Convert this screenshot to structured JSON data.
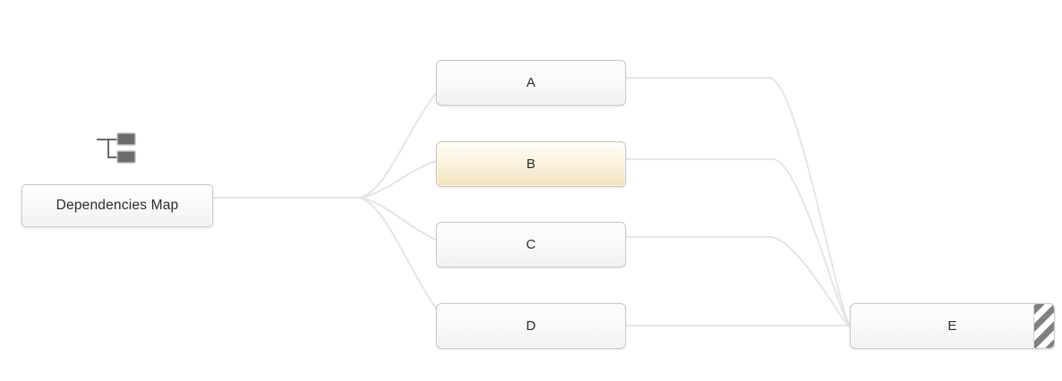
{
  "diagram": {
    "type": "dependency-map",
    "background_color": "#ffffff",
    "edge_color": "#e5e5e5",
    "root": {
      "id": "root",
      "label": "Dependencies Map",
      "icon": "hierarchy-icon"
    },
    "nodes": [
      {
        "id": "a",
        "label": "A",
        "state": "normal"
      },
      {
        "id": "b",
        "label": "B",
        "state": "highlighted",
        "highlight_color": "#f5e9cb"
      },
      {
        "id": "c",
        "label": "C",
        "state": "normal"
      },
      {
        "id": "d",
        "label": "D",
        "state": "normal"
      },
      {
        "id": "e",
        "label": "E",
        "state": "striped"
      }
    ],
    "edges": [
      {
        "from": "root",
        "to": "a"
      },
      {
        "from": "root",
        "to": "b"
      },
      {
        "from": "root",
        "to": "c"
      },
      {
        "from": "root",
        "to": "d"
      },
      {
        "from": "a",
        "to": "e"
      },
      {
        "from": "b",
        "to": "e"
      },
      {
        "from": "c",
        "to": "e"
      },
      {
        "from": "d",
        "to": "e"
      }
    ]
  }
}
